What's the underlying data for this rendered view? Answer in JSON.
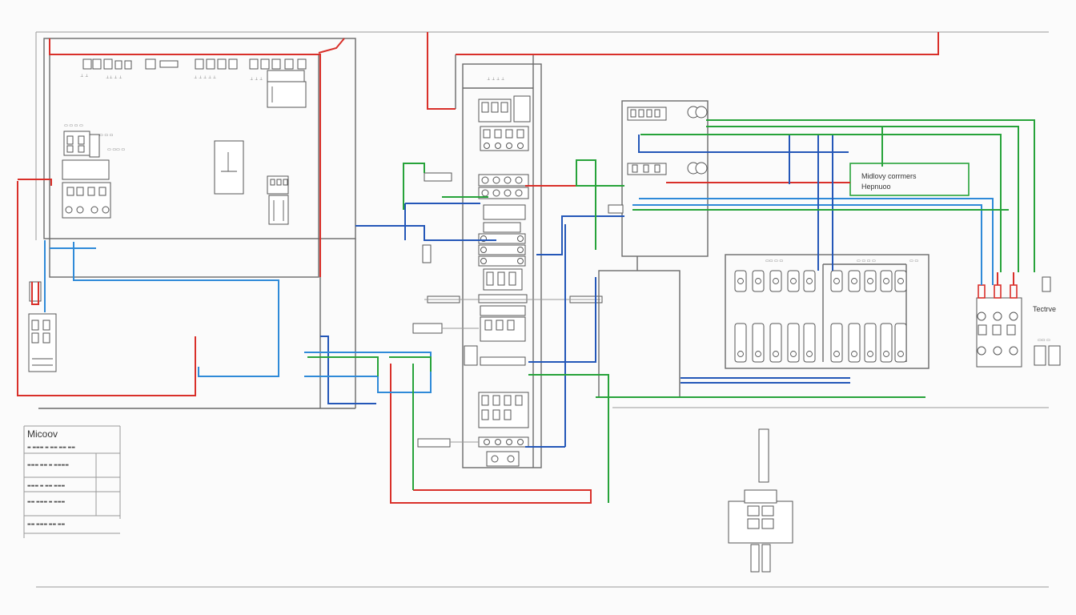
{
  "labels": {
    "legend_title": "Micoov",
    "module_label": "Midlovy corrmers\nHepnuoo",
    "right_label": "Tectrve"
  },
  "colors": {
    "red": "#d9302a",
    "blue": "#2457b8",
    "light_blue": "#2f8ad8",
    "green": "#27a33a",
    "frame": "#6a6a6a"
  }
}
